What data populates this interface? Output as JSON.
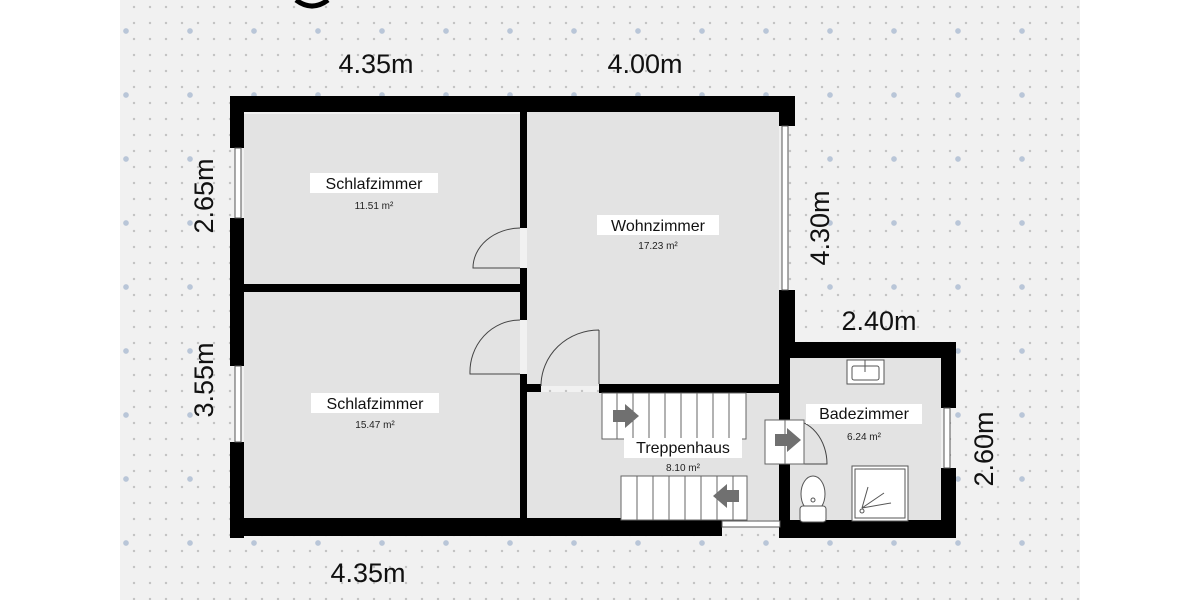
{
  "plan": {
    "title_fragment": "",
    "colors": {
      "wall": "#000000",
      "floor": "#e3e3e3",
      "canvas": "#f1f1f1",
      "grid_dot": "#c2c2c2",
      "grid_cross": "#b9c6d8",
      "arrow": "#707070"
    },
    "dimensions": {
      "top_left": "4.35m",
      "top_right": "4.00m",
      "left_top": "2.65m",
      "left_bottom": "3.55m",
      "right_wohn": "4.30m",
      "bad_top": "2.40m",
      "bad_right": "2.60m",
      "bottom": "4.35m"
    },
    "rooms": [
      {
        "name": "Schlafzimmer",
        "area": "11.51 m²"
      },
      {
        "name": "Wohnzimmer",
        "area": "17.23 m²"
      },
      {
        "name": "Schlafzimmer",
        "area": "15.47 m²"
      },
      {
        "name": "Treppenhaus",
        "area": "8.10 m²"
      },
      {
        "name": "Badezimmer",
        "area": "6.24 m²"
      }
    ]
  }
}
